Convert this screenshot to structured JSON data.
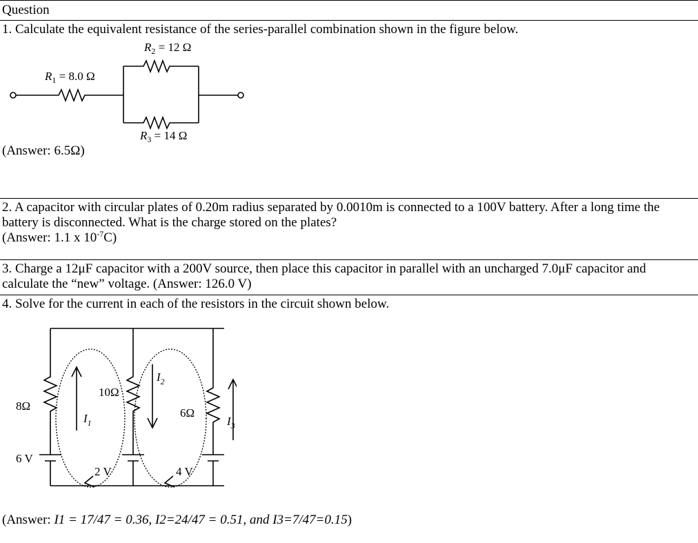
{
  "header": {
    "label": "Question"
  },
  "q1": {
    "text": "1. Calculate the equivalent resistance of the series-parallel combination shown in the figure below.",
    "figure": {
      "r1_label": "R",
      "r1_sub": "1",
      "r1_value": " = 8.0 Ω",
      "r2_label": "R",
      "r2_sub": "2",
      "r2_value": " = 12 Ω",
      "r3_label": "R",
      "r3_sub": "3",
      "r3_value": " = 14 Ω"
    },
    "answer": "(Answer: 6.5Ω)"
  },
  "q2": {
    "text": "2. A capacitor with circular plates of 0.20m radius separated by 0.0010m is connected to a 100V battery.  After a long time the battery is disconnected. What is the charge stored on the plates?",
    "answer_prefix": "(Answer: 1.1 x 10",
    "answer_exp": "-7",
    "answer_suffix": "C)"
  },
  "q3": {
    "text": "3. Charge a 12μF capacitor with a 200V source, then place this capacitor in parallel with an uncharged 7.0μF capacitor and calculate the “new” voltage. (Answer: 126.0 V)"
  },
  "q4": {
    "text": "4. Solve for the current in each of the resistors in the circuit shown below.",
    "figure": {
      "r_left": "8Ω",
      "r_mid": "10Ω",
      "r_right": "6Ω",
      "v_left": "6 V",
      "v_mid": "2 V",
      "v_right": "4 V",
      "i1": "I",
      "i1_sub": "1",
      "i2": "I",
      "i2_sub": "2",
      "i3": "I",
      "i3_sub": "3"
    },
    "answer_open": "(Answer: ",
    "answer_body": "I1 = 17/47 = 0.36, I2=24/47 = 0.51, and I3=7/47=0.15",
    "answer_close": ")"
  }
}
